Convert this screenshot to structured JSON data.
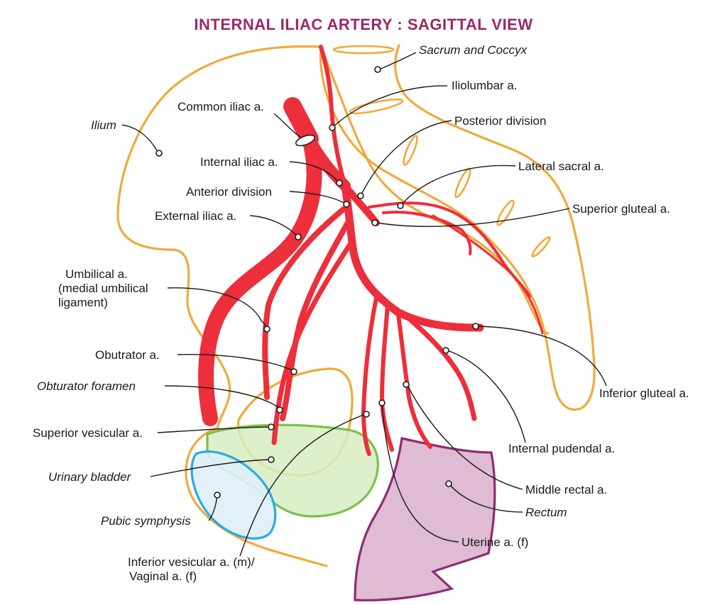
{
  "title": "INTERNAL ILIAC ARTERY : SAGITTAL VIEW",
  "labels": {
    "sacrum": "Sacrum and Coccyx",
    "iliolumbar": "Iliolumbar a.",
    "posterior_division": "Posterior division",
    "lateral_sacral": "Lateral sacral a.",
    "superior_gluteal": "Superior gluteal a.",
    "inferior_gluteal": "Inferior gluteal a.",
    "internal_pudendal": "Internal pudendal a.",
    "middle_rectal": "Middle rectal a.",
    "rectum": "Rectum",
    "uterine": "Uterine a. (f)",
    "common_iliac": "Common iliac a.",
    "ilium": "Ilium",
    "internal_iliac": "Internal iliac a.",
    "anterior_division": "Anterior division",
    "external_iliac": "External iliac a.",
    "umbilical_1": "Umbilical a.",
    "umbilical_2": "(medial umbilical",
    "umbilical_3": "ligament)",
    "obturator_a": "Obutrator a.",
    "obturator_foramen": "Obturator foramen",
    "superior_vesicular": "Superior vesicular a.",
    "urinary_bladder": "Urinary bladder",
    "pubic_symphysis": "Pubic symphysis",
    "inferior_vesicular_1": "Inferior vesicular a. (m)/",
    "inferior_vesicular_2": "Vaginal a. (f)"
  },
  "colors": {
    "title": "#9b2767",
    "artery": "#ec2f3a",
    "bone": "#f2a93b",
    "bladder_fill": "#d7ecc2",
    "bladder_stroke": "#7cc04a",
    "symphysis_fill": "#dff0f8",
    "symphysis_stroke": "#29abe2",
    "rectum_fill": "#dcb4cf",
    "rectum_stroke": "#8e2b73"
  }
}
